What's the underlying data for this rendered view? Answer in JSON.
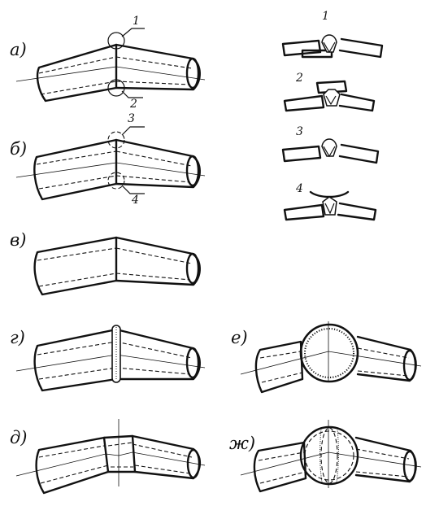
{
  "figures": [
    {
      "id": "a",
      "label": "а)",
      "callouts": [
        "1",
        "2"
      ]
    },
    {
      "id": "b",
      "label": "б)",
      "callouts": [
        "3",
        "4"
      ]
    },
    {
      "id": "v",
      "label": "в)",
      "callouts": []
    },
    {
      "id": "g",
      "label": "г)",
      "callouts": []
    },
    {
      "id": "d",
      "label": "д)",
      "callouts": []
    },
    {
      "id": "e",
      "label": "е)",
      "callouts": []
    },
    {
      "id": "zh",
      "label": "ж)",
      "callouts": []
    }
  ],
  "sections": [
    "1",
    "2",
    "3",
    "4"
  ]
}
